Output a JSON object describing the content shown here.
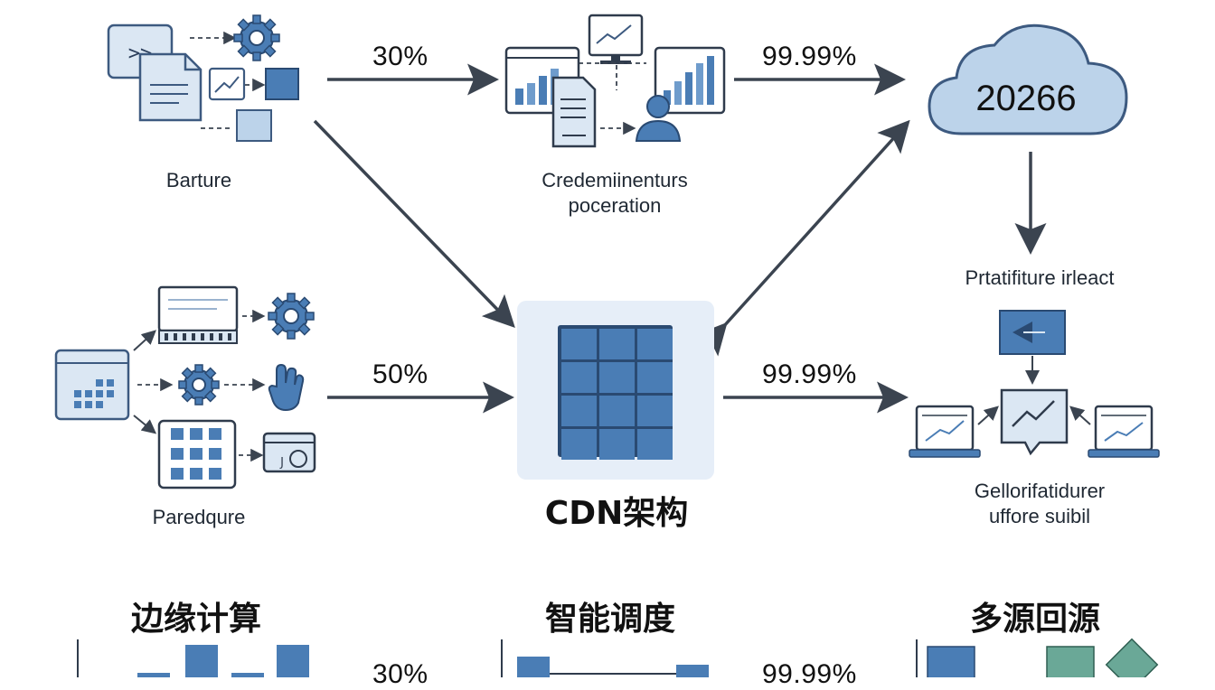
{
  "flows": {
    "top_left_pct": "30%",
    "top_right_pct": "99.99%",
    "mid_left_pct": "50%",
    "mid_right_pct": "99.99%"
  },
  "nodes": {
    "source_top": "Barture",
    "process_line1": "Credemiinenturs",
    "process_line2": "poceration",
    "cloud_value": "20266",
    "right_label": "Prtatifiture irleact",
    "source_bottom": "Paredqure",
    "cdn_label": "CDN架构",
    "analytics_line1": "Gellorifatidurer",
    "analytics_line2": "uffore suibil"
  },
  "bottom": {
    "panel1_title": "边缘计算",
    "panel1_pct": "30%",
    "panel2_title": "智能调度",
    "panel2_pct": "99.99%",
    "panel3_title": "多源回源"
  },
  "colors": {
    "accent_blue": "#4a7db5",
    "light_blue": "#c9daee",
    "cloud_fill": "#bcd3ea",
    "arrow": "#3b4450",
    "teal": "#6aa897"
  }
}
